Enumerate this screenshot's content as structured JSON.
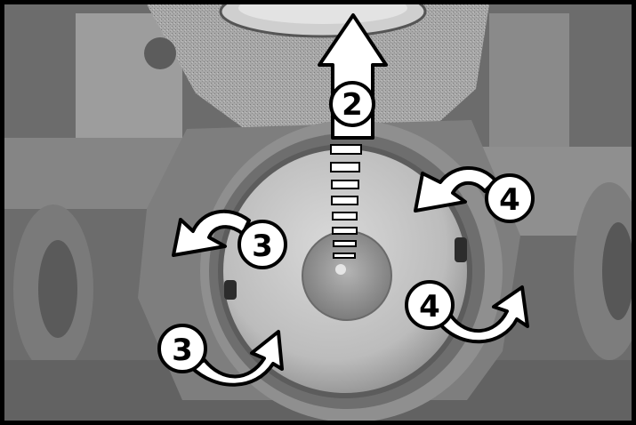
{
  "photo": {
    "subject": "photo-of-component-removal",
    "tone": "grayscale"
  },
  "callouts": {
    "step_2": "2",
    "step_3_upper": "3",
    "step_3_lower": "3",
    "step_4_upper": "4",
    "step_4_lower": "4"
  },
  "colors": {
    "frame": "#000000",
    "arrow_fill": "#ffffff",
    "arrow_stroke": "#000000"
  }
}
